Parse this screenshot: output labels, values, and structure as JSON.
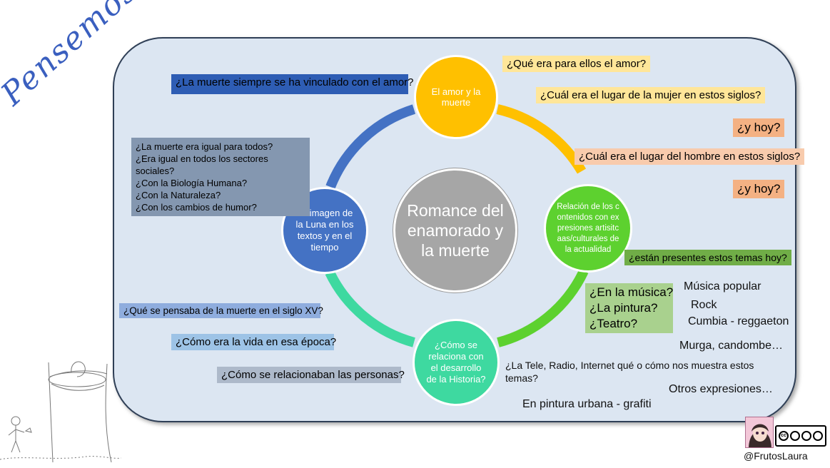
{
  "handwriting": "Pensemos juntos...",
  "center": {
    "label": "Romance del enamorado y la muerte",
    "color": "#a6a6a6"
  },
  "nodes": {
    "top": {
      "label": "El amor y la muerte",
      "color": "#ffc000"
    },
    "right": {
      "label": "Relación de los contenidos con expresiones artisitcaas/culturales de la actualidad",
      "color": "#5dd12f"
    },
    "bottom": {
      "label": "¿Cómo se relaciona con el desarrollo de la Historia?",
      "color": "#3ed9a0"
    },
    "left": {
      "label": "La imagen de la Luna en los textos y en el tiempo",
      "color": "#4472c4"
    }
  },
  "questions": {
    "muerte_amor": "¿La muerte siempre se ha vinculado con el amor?",
    "amor_ellos": "¿Qué era para ellos el amor?",
    "lugar_mujer": "¿Cuál era el lugar de la mujer en estos siglos?",
    "hoy_1": "¿y hoy?",
    "lugar_hombre": "¿Cuál era el lugar del hombre en estos siglos?",
    "hoy_2": "¿y hoy?",
    "luna_list": [
      "¿La muerte era igual para todos?",
      "¿Era igual en todos los sectores sociales?",
      "¿Con la Biología Humana?",
      "¿Con la Naturaleza?",
      "¿Con los cambios de humor?"
    ],
    "presentes": "¿están presentes estos temas hoy?",
    "artes": [
      "¿En la música?",
      "¿La pintura?",
      "¿Teatro?"
    ],
    "siglo_xv": "¿Qué se pensaba de la muerte en el siglo XV?",
    "vida_epoca": "¿Cómo era la vida en esa época?",
    "relacionaban": "¿Cómo se relacionaban las personas?"
  },
  "answers": {
    "musica_popular": "Música popular",
    "rock": "Rock",
    "cumbia": "Cumbia - reggaeton",
    "murga": "Murga, candombe…",
    "tele": "¿La Tele, Radio, Internet qué o cómo nos muestra estos temas?",
    "otros": "Otros expresiones…",
    "pintura_urbana": "En pintura urbana - grafiti"
  },
  "credit": {
    "handle": "@FrutosLaura",
    "license_icon": "cc-by-nc-sa-icon"
  },
  "colors": {
    "panel_bg": "#dce6f2",
    "yellow_box": "#ffe699",
    "peach_box": "#f8cbad",
    "orange_box": "#f4b183",
    "dark_blue_box": "#2e5db4",
    "slate_box": "#8497b0",
    "light_blue_box": "#8fadde",
    "sky_box": "#9dc3e6",
    "gray_box": "#adb9ca",
    "green_box": "#70ad47",
    "light_green_box": "#a9d18e"
  }
}
